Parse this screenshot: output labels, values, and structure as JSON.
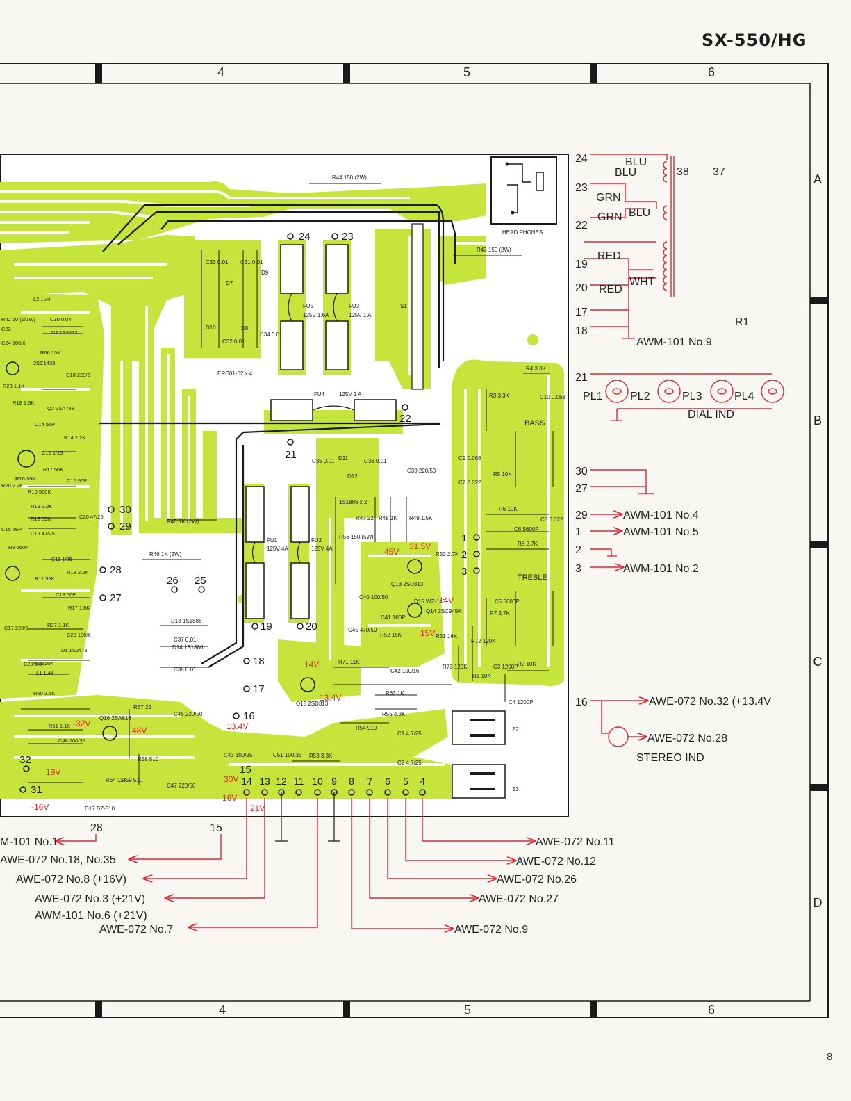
{
  "model": "SX-550/HG",
  "page_number": "8",
  "columns": [
    "4",
    "5",
    "6"
  ],
  "rows": [
    "A",
    "B",
    "C",
    "D"
  ],
  "colors": {
    "board": "#c6e43b",
    "trace": "#ffffff",
    "wiring": "#e8242b",
    "frame": "#1a1a1a"
  },
  "transformer": {
    "terminals": [
      "24",
      "23",
      "22",
      "19",
      "20",
      "17",
      "18"
    ],
    "wire_labels": [
      "BLU",
      "BLU",
      "GRN",
      "GRN",
      "BLU",
      "RED",
      "RED",
      "WHT"
    ],
    "numbers": [
      "38",
      "37"
    ],
    "ground_note": "AWM-101 No.9",
    "r1": "R1"
  },
  "dial": {
    "terminal": "21",
    "lamps": [
      "PL1",
      "PL2",
      "PL3",
      "PL4"
    ],
    "label": "DIAL IND"
  },
  "right_wires": [
    {
      "terminal": "30",
      "dest": ""
    },
    {
      "terminal": "27",
      "dest": ""
    },
    {
      "terminal": "29",
      "dest": "AWM-101 No.4"
    },
    {
      "terminal": "1",
      "dest": "AWM-101 No.5"
    },
    {
      "terminal": "2",
      "dest": ""
    },
    {
      "terminal": "3",
      "dest": "AWM-101 No.2"
    }
  ],
  "stereo": {
    "terminal": "16",
    "dest1": "AWE-072 No.32 (+13.4V",
    "dest2": "AWE-072 No.28",
    "label": "STEREO IND"
  },
  "bottom_left_wires": {
    "t28": "28",
    "t15": "15",
    "w1": "M-101 No.1",
    "w2": "AWE-072 No.18, No.35",
    "w3": "AWE-072 No.8 (+16V)",
    "w4": "AWE-072 No.3 (+21V)",
    "w5": "AWM-101 No.6 (+21V)",
    "w6": "AWE-072 No.7"
  },
  "bottom_right_wires": [
    "AWE-072 No.11",
    "AWE-072 No.12",
    "AWE-072 No.26",
    "AWE-072 No.27",
    "AWE-072 No.9"
  ],
  "connector_pins": [
    "14",
    "13",
    "12",
    "11",
    "10",
    "9",
    "8",
    "7",
    "6",
    "5",
    "4"
  ],
  "board": {
    "fuses": [
      {
        "ref": "FU5",
        "rating": "125V 1.6A"
      },
      {
        "ref": "FU3",
        "rating": "125V 1 A"
      },
      {
        "ref": "FU4",
        "rating": "125V 1 A"
      },
      {
        "ref": "FU1",
        "rating": "125V 4A"
      },
      {
        "ref": "FU2",
        "rating": "125V 4A"
      }
    ],
    "labels": [
      "HEAD PHONES",
      "BASS",
      "TREBLE",
      "ERC01-02 x 4",
      "S1",
      "S2",
      "S3"
    ],
    "resistors": [
      "R44 150 (2W)",
      "R43 150 (2W)",
      "R45 1K (2W)",
      "R46 1K (2W)",
      "R56 150 (5W)",
      "R4 3.3K",
      "R3 3.3K",
      "R5 10K",
      "R6 10K",
      "R8 2.7K",
      "R7 2.7K",
      "R2 10K",
      "R1 10K",
      "R72 120K",
      "R73 120K",
      "R71 11K",
      "R52 15K",
      "R53 3.3K",
      "R54 910",
      "R55 4.3K",
      "R63 1K",
      "R57 22",
      "R58 510",
      "R59 510",
      "R64 11K",
      "R47 22",
      "R48 1K",
      "R49 1.5K",
      "R50 2.7K",
      "R51 16K"
    ],
    "capacitors": [
      "C33 0.01",
      "C31 0.01",
      "C32 0.01",
      "C34 0.01",
      "C35 0.01",
      "C36 0.01",
      "C39 220/50",
      "C45 470/50",
      "C46 220/50",
      "C47 220/50",
      "C43 100/25",
      "C51 100/35",
      "C42 100/16",
      "C40 100/50",
      "C41 100P",
      "C10 0.068",
      "C9 0.068",
      "C7 0.022",
      "C8 0.022",
      "C6 5600P",
      "C5 5600P",
      "C3 1200P",
      "C4 1200P",
      "C1 4.7/25",
      "C2 4.7/25",
      "C37 0.01",
      "C38 0.01"
    ],
    "semis": [
      "D7",
      "D8",
      "D9",
      "D10",
      "D11",
      "D12",
      "D13 1S1886",
      "D14 1S1886",
      "D15 WZ-140",
      "D17 BZ-310",
      "1S1886 x 2",
      "Q13 2SD313",
      "Q14 2SC945A",
      "Q15 2SD313",
      "Q16 2SA816"
    ],
    "voltages": [
      "45V",
      "31.5V",
      "14V",
      "15V",
      "13.4V",
      "48V",
      "-32V",
      "30V",
      "16V",
      "21V",
      "19V",
      "-16V"
    ],
    "pads": [
      "24",
      "23",
      "22",
      "21",
      "30",
      "29",
      "28",
      "27",
      "26",
      "25",
      "19",
      "20",
      "18",
      "17",
      "16",
      "15",
      "32",
      "31",
      "1",
      "2",
      "3"
    ],
    "left_edge_text": [
      "L2 1uH",
      "R42 10 (1/2W)",
      "C30 0.04",
      "D2 1S2473",
      "C22",
      "R66 15K",
      "C24 100/6",
      "2SC1438",
      "C18 220/6",
      "R28 1.1K",
      "R18 1.6K",
      "Q2 2SA798",
      "C14 56P",
      "R14 2.2K",
      "C12 1/25",
      "R17 56K",
      "C16 56P",
      "R16 39K",
      "R10 560K",
      "C20 47/25",
      "R20 2.2K",
      "R19 2.2K",
      "R15 39K",
      "C19 47/25",
      "C15 56P",
      "R9 560K",
      "C11 1/25",
      "R13 2.2K",
      "R11 56K",
      "C13 56P",
      "R17 1.6K",
      "R27 1.1K",
      "C17 220/6",
      "C23 100/6",
      "D1 1S2473",
      "R65 15K",
      "C29 0.04",
      "L1 1uH",
      "R60 3.5K",
      "R61 1.1K",
      "C48 100/35"
    ]
  }
}
